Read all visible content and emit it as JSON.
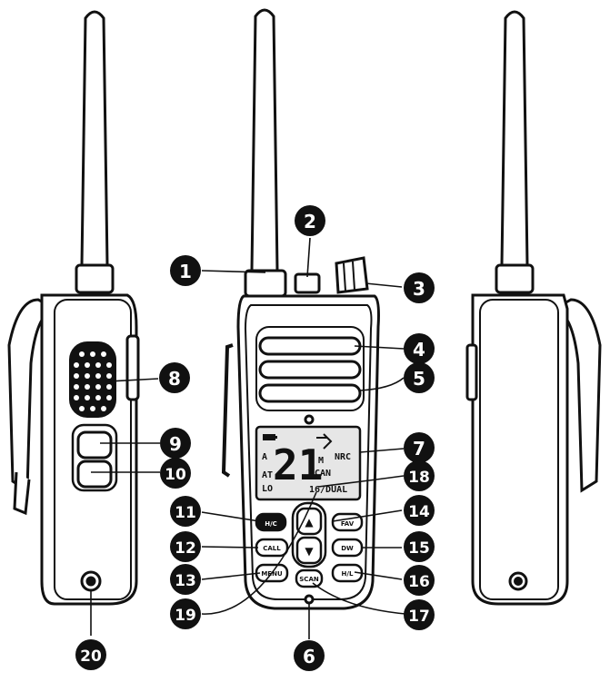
{
  "callouts": [
    "1",
    "2",
    "3",
    "4",
    "5",
    "6",
    "7",
    "8",
    "9",
    "10",
    "11",
    "12",
    "13",
    "14",
    "15",
    "16",
    "17",
    "18",
    "19",
    "20"
  ],
  "lcd": {
    "channel": "21",
    "icon_a": "A",
    "icon_at": "AT",
    "icon_lo": "LO",
    "icon_m": "M",
    "nrc": "NRC",
    "can": "CAN",
    "dual": "16/DUAL"
  },
  "buttons": {
    "hc": "H/C",
    "call": "CALL",
    "menu": "MENU",
    "fav": "FAV",
    "dw": "DW",
    "hl": "H/L",
    "scan": "SCAN",
    "up": "▲",
    "down": "▼"
  },
  "colors": {
    "ink": "#111111",
    "body": "#ffffff",
    "screen": "#e6e6e6"
  }
}
